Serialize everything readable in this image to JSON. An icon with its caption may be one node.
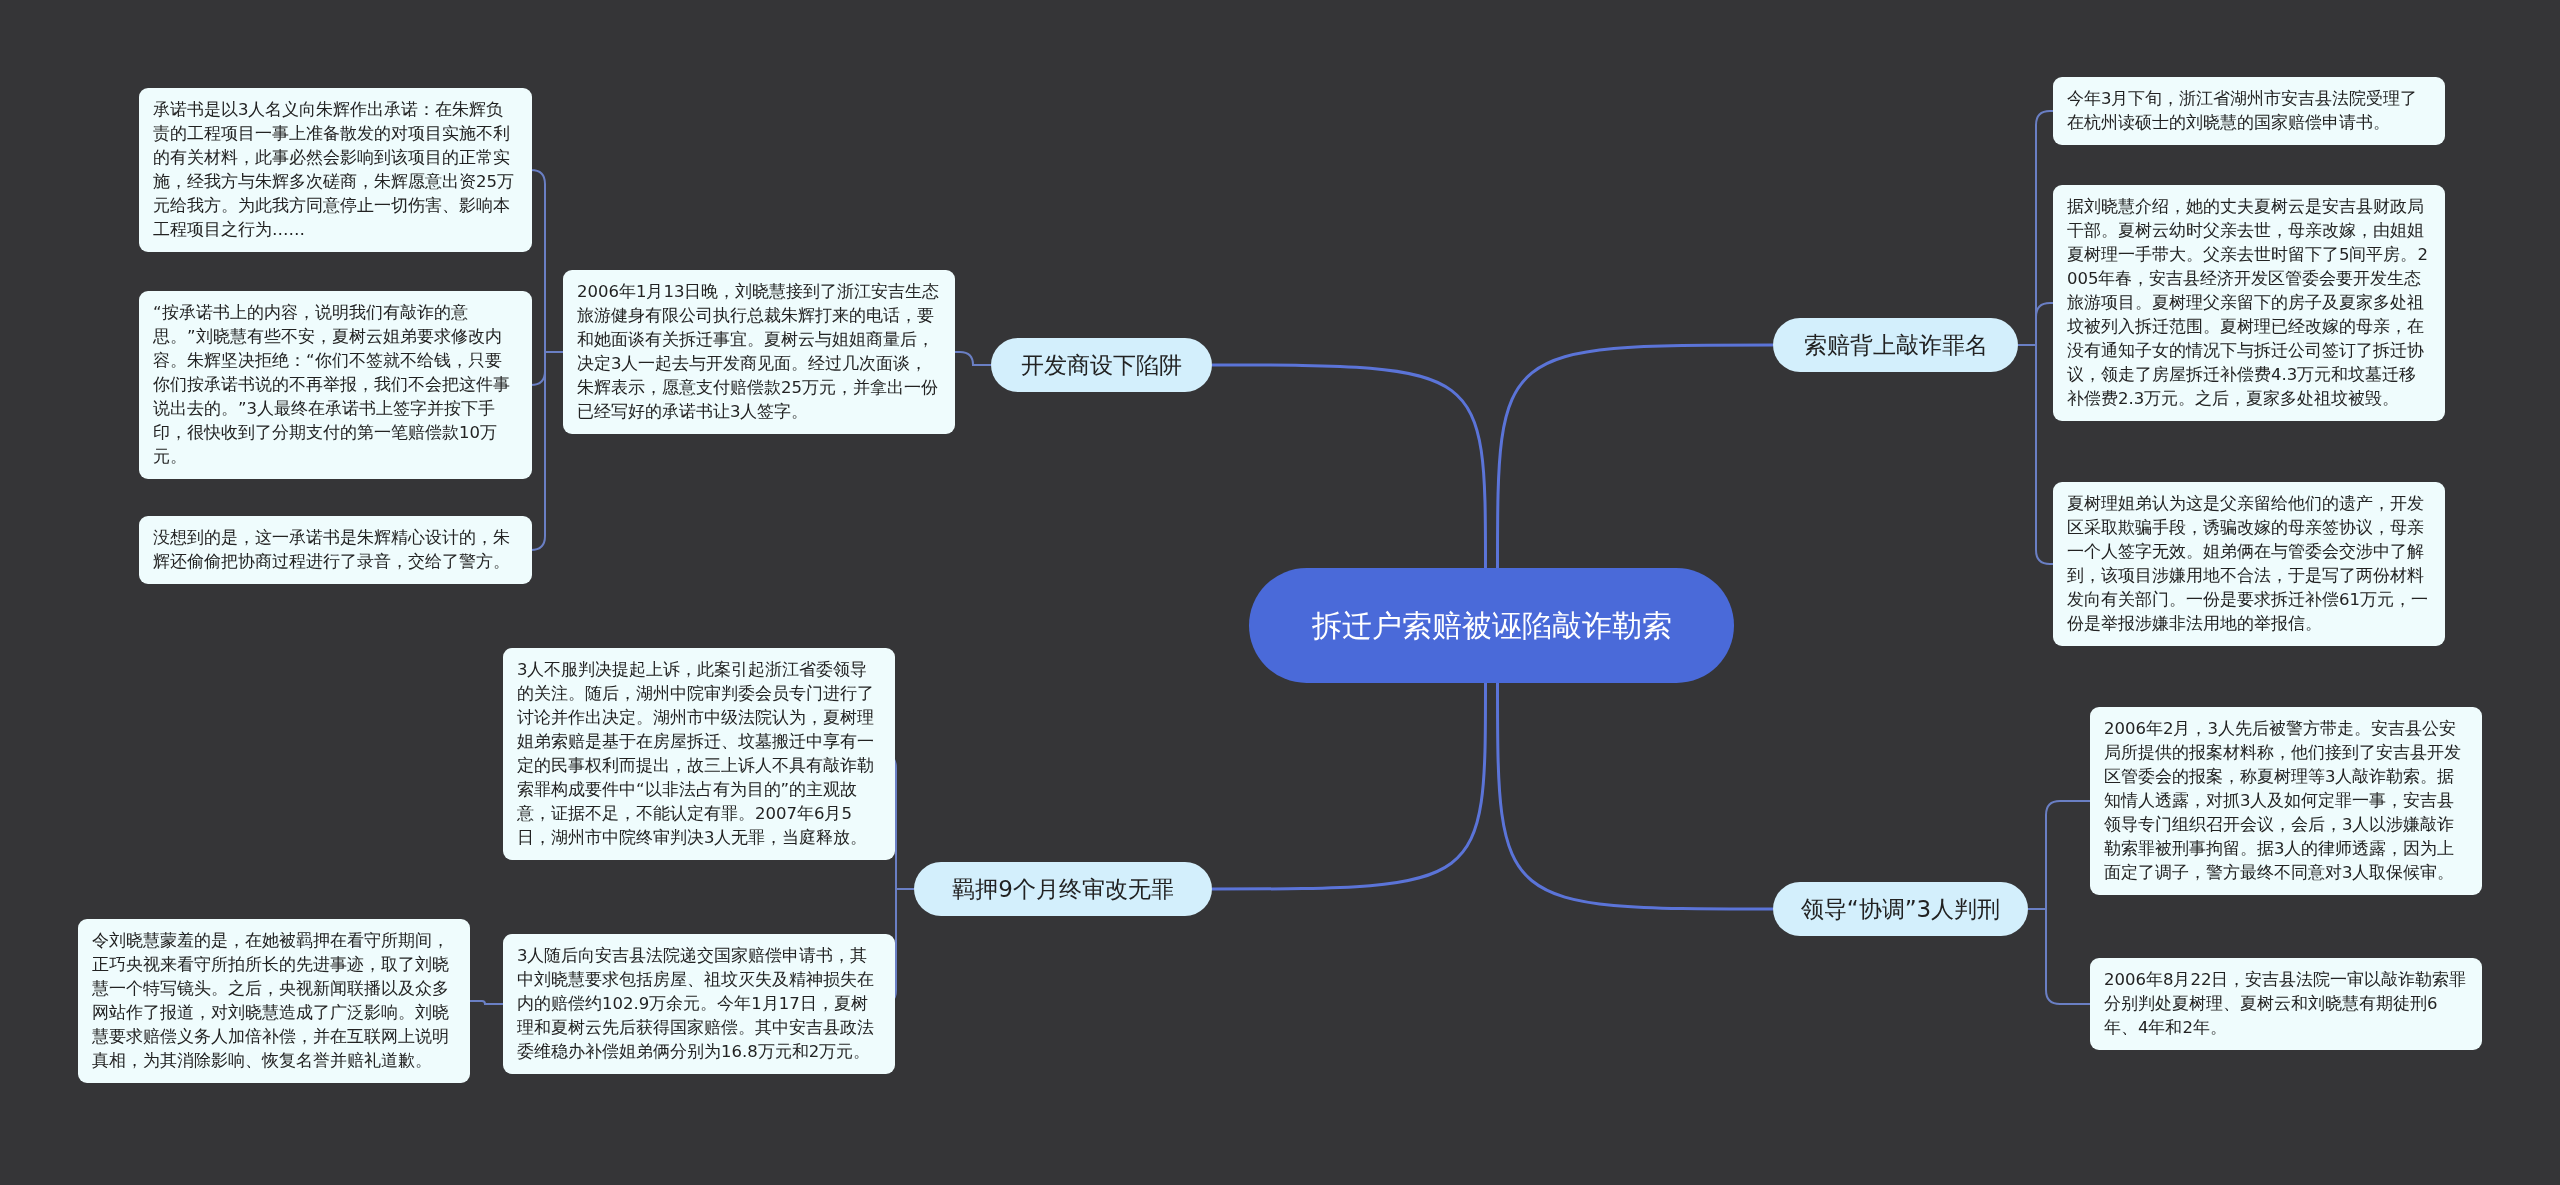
{
  "diagram": {
    "nodes": [
      {
        "text": [
          "拆迁户索赔被诬陷敲诈勒索"
        ]
      },
      {
        "text": [
          "索赔背上敲诈罪名"
        ]
      },
      {
        "text": [
          "今年3月下旬，浙江省湖州市安吉县法院受理了在杭州读硕士的刘晓慧的国家赔偿申请书。"
        ]
      },
      {
        "text": [
          "据刘晓慧介绍，她的丈夫夏树云是安吉县财政局干部。夏树云幼时父亲去世，母亲改嫁，由姐姐夏树理一手带大。父亲去世时留下了5间平房。2005年春，安吉县经济开发区管委会要开发生态旅游项目。夏树理父亲留下的房子及夏家多处祖坟被列入拆迁范围。夏树理已经改嫁的母亲，在没有通知子女的情况下与拆迁公司签订了拆迁协议，领走了房屋拆迁补偿费4.3万元和坟墓迁移补偿费2.3万元。之后，夏家多处祖坟被毁。"
        ]
      },
      {
        "text": [
          "夏树理姐弟认为这是父亲留给他们的遗产，开发区采取欺骗手段，诱骗改嫁的母亲签协议，母亲一个人签字无效。姐弟俩在与管委会交涉中了解到，该项目涉嫌用地不合法，于是写了两份材料发向有关部门。一份是要求拆迁补偿61万元，一份是举报涉嫌非法用地的举报信。"
        ]
      },
      {
        "text": [
          "领导“协调”3人判刑"
        ]
      },
      {
        "text": [
          "2006年2月，3人先后被警方带走。安吉县公安局所提供的报案材料称，他们接到了安吉县开发区管委会的报案，称夏树理等3人敲诈勒索。据知情人透露，对抓3人及如何定罪一事，安吉县领导专门组织召开会议，会后，3人以涉嫌敲诈勒索罪被刑事拘留。据3人的律师透露，因为上面定了调子，警方最终不同意对3人取保候审。"
        ]
      },
      {
        "text": [
          "2006年8月22日，安吉县法院一审以敲诈勒索罪分别判处夏树理、夏树云和刘晓慧有期徒刑6年、4年和2年。"
        ]
      },
      {
        "text": [
          "开发商设下陷阱"
        ]
      },
      {
        "text": [
          "2006年1月13日晚，刘晓慧接到了浙江安吉生态旅游健身有限公司执行总裁朱辉打来的电话，要和她面谈有关拆迁事宜。夏树云与姐姐商量后，决定3人一起去与开发商见面。经过几次面谈，朱辉表示，愿意支付赔偿款25万元，并拿出一份已经写好的承诺书让3人签字。"
        ]
      },
      {
        "text": [
          "承诺书是以3人名义向朱辉作出承诺：在朱辉负责的工程项目一事上准备散发的对项目实施不利的有关材料，此事必然会影响到该项目的正常实施，经我方与朱辉多次磋商，朱辉愿意出资25万元给我方。为此我方同意停止一切伤害、影响本工程项目之行为……"
        ]
      },
      {
        "text": [
          "“按承诺书上的内容，说明我们有敲诈的意思。”刘晓慧有些不安，夏树云姐弟要求修改内容。朱辉坚决拒绝：“你们不签就不给钱，只要你们按承诺书说的不再举报，我们不会把这件事说出去的。”3人最终在承诺书上签字并按下手印，很快收到了分期支付的第一笔赔偿款10万元。"
        ]
      },
      {
        "text": [
          "没想到的是，这一承诺书是朱辉精心设计的，朱辉还偷偷把协商过程进行了录音，交给了警方。"
        ]
      },
      {
        "text": [
          "羁押9个月终审改无罪"
        ]
      },
      {
        "text": [
          "3人不服判决提起上诉，此案引起浙江省委领导的关注。随后，湖州中院审判委会员专门进行了讨论并作出决定。湖州市中级法院认为，夏树理姐弟索赔是基于在房屋拆迁、坟墓搬迁中享有一定的民事权利而提出，故三上诉人不具有敲诈勒索罪构成要件中“以非法占有为目的”的主观故意，证据不足，不能认定有罪。2007年6月5日，湖州市中院终审判决3人无罪，当庭释放。"
        ]
      },
      {
        "text": [
          "3人随后向安吉县法院递交国家赔偿申请书，其中刘晓慧要求包括房屋、祖坟灭失及精神损失在内的赔偿约102.9万余元。今年1月17日，夏树理和夏树云先后获得国家赔偿。其中安吉县政法委维稳办补偿姐弟俩分别为16.8万元和2万元。"
        ]
      },
      {
        "text": [
          "令刘晓慧蒙羞的是，在她被羁押在看守所期间，正巧央视来看守所拍所长的先进事迹，取了刘晓慧一个特写镜头。之后，央视新闻联播以及众多网站作了报道，对刘晓慧造成了广泛影响。刘晓慧要求赔偿义务人加倍补偿，并在互联网上说明真相，为其消除影响、恢复名誉并赔礼道歉。"
        ]
      }
    ],
    "edges": [
      {
        "from": 0,
        "to": 1,
        "arrow": "none"
      },
      {
        "from": 1,
        "to": 2,
        "arrow": "none"
      },
      {
        "from": 1,
        "to": 3,
        "arrow": "none"
      },
      {
        "from": 1,
        "to": 4,
        "arrow": "none"
      },
      {
        "from": 0,
        "to": 5,
        "arrow": "none"
      },
      {
        "from": 5,
        "to": 6,
        "arrow": "none"
      },
      {
        "from": 5,
        "to": 7,
        "arrow": "none"
      },
      {
        "from": 0,
        "to": 8,
        "arrow": "none"
      },
      {
        "from": 8,
        "to": 9,
        "arrow": "none"
      },
      {
        "from": 9,
        "to": 10,
        "arrow": "none"
      },
      {
        "from": 9,
        "to": 11,
        "arrow": "none"
      },
      {
        "from": 9,
        "to": 12,
        "arrow": "none"
      },
      {
        "from": 0,
        "to": 13,
        "arrow": "none"
      },
      {
        "from": 13,
        "to": 14,
        "arrow": "none"
      },
      {
        "from": 13,
        "to": 15,
        "arrow": "none"
      },
      {
        "from": 15,
        "to": 16,
        "arrow": "none"
      }
    ]
  }
}
